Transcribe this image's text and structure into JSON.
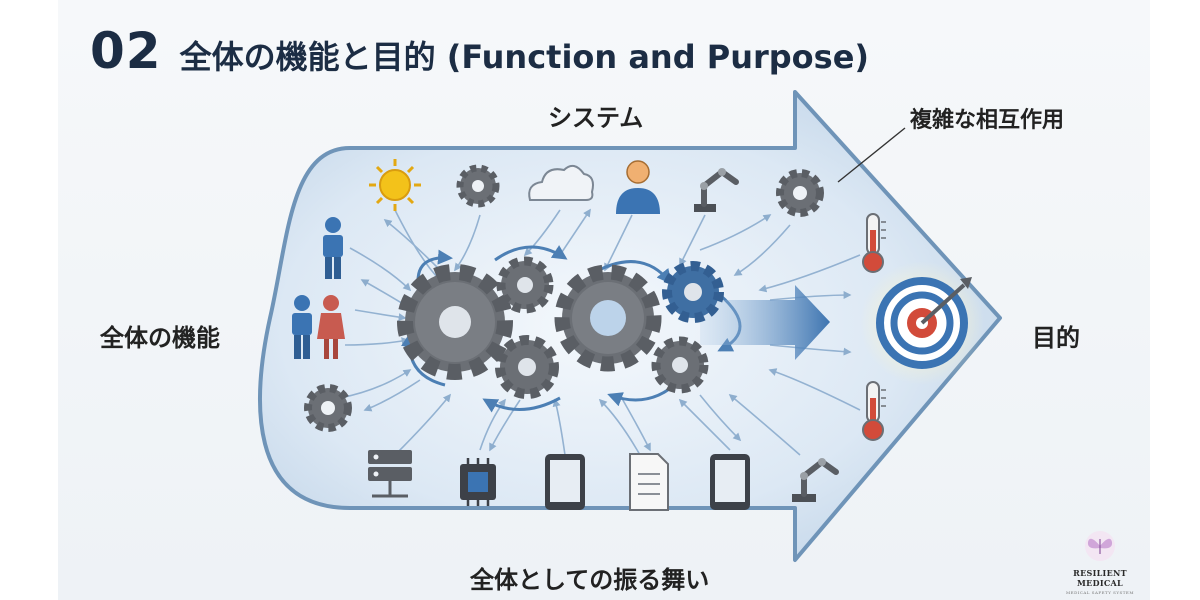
{
  "title": {
    "number": "02",
    "text": "全体の機能と目的 (Function and Purpose)"
  },
  "labels": {
    "system": "システム",
    "complex_interaction": "複雑な相互作用",
    "whole_function": "全体の機能",
    "purpose": "目的",
    "whole_behavior": "全体としての振る舞い"
  },
  "logo": {
    "name": "RESILIENT MEDICAL",
    "subtitle": "MEDICAL SAFETY SYSTEM"
  },
  "colors": {
    "arrow_fill": "#dce8f4",
    "arrow_stroke": "#6f94b8",
    "gear": "#6b6f75",
    "accent_blue": "#3b74b3",
    "target_red": "#d24b3a",
    "sun": "#f3c21a",
    "title": "#1c2d44"
  },
  "icons": [
    "sun-icon",
    "gear-icon",
    "cloud-icon",
    "person-icon",
    "robot-arm-icon",
    "gear-icon",
    "person-icon",
    "couple-icon",
    "gear-icon",
    "thermometer-icon",
    "target-icon",
    "server-icon",
    "chip-icon",
    "tablet-icon",
    "document-icon",
    "robot-arm-icon"
  ]
}
